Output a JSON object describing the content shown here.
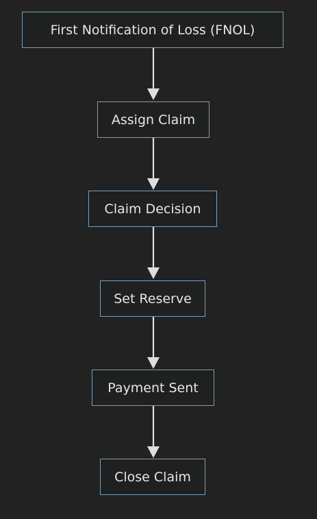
{
  "colors": {
    "background": "#222222",
    "node_border": "#7d9fb8",
    "node_fill": "#1f2020",
    "text": "#e6e6e6",
    "arrow": "#dedede"
  },
  "nodes": [
    {
      "label": "First Notification of Loss (FNOL)"
    },
    {
      "label": "Assign Claim"
    },
    {
      "label": "Claim Decision"
    },
    {
      "label": "Set Reserve"
    },
    {
      "label": "Payment Sent"
    },
    {
      "label": "Close Claim"
    }
  ],
  "edges": [
    {
      "from": 0,
      "to": 1
    },
    {
      "from": 1,
      "to": 2
    },
    {
      "from": 2,
      "to": 3
    },
    {
      "from": 3,
      "to": 4
    },
    {
      "from": 4,
      "to": 5
    }
  ]
}
